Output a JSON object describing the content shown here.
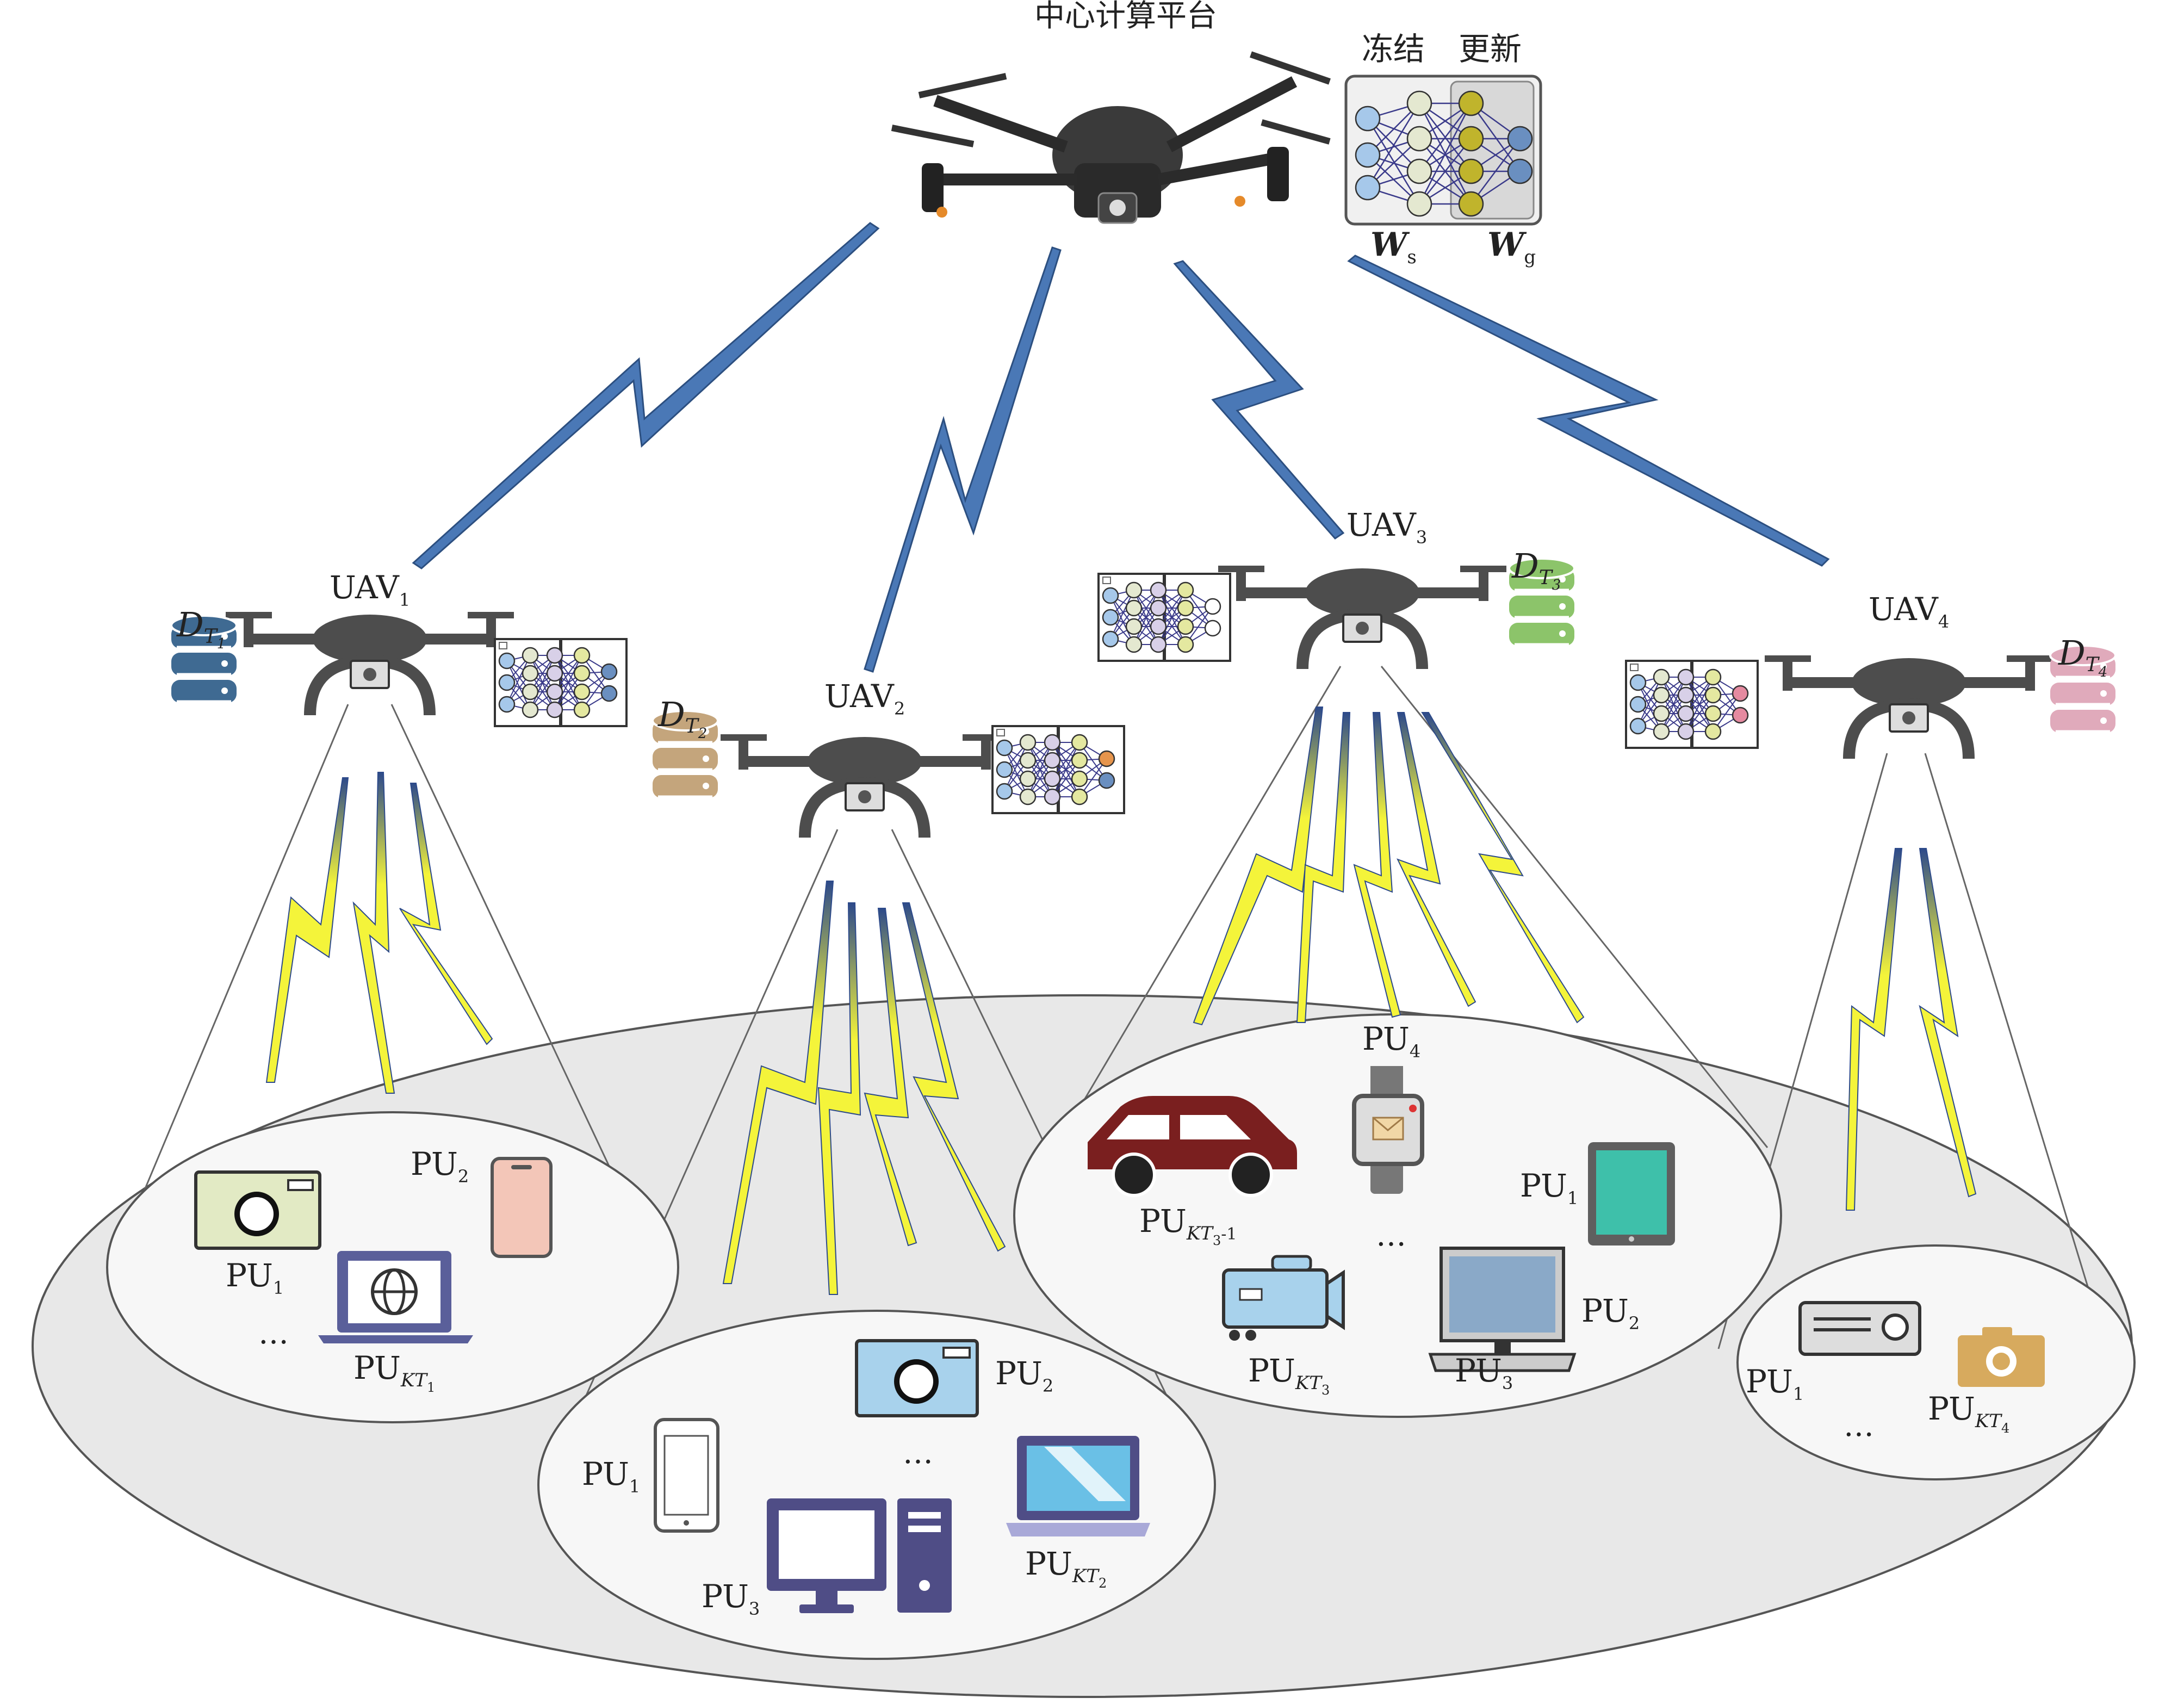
{
  "title": "中心计算平台",
  "legend": {
    "freeze": "冻结",
    "update": "更新",
    "ws_label": "W",
    "ws_sub": "s",
    "wg_label": "W",
    "wg_sub": "g"
  },
  "uavs": [
    {
      "name": "UAV",
      "idx": "1",
      "dataset": "D",
      "dsub": "T",
      "dsubsub": "1",
      "db_color": "#3f6a92",
      "out_colors": [
        "#6a8fc0",
        "#6a8fc0"
      ]
    },
    {
      "name": "UAV",
      "idx": "2",
      "dataset": "D",
      "dsub": "T",
      "dsubsub": "2",
      "db_color": "#c4a57c",
      "out_colors": [
        "#e6954c",
        "#6a8fc0"
      ]
    },
    {
      "name": "UAV",
      "idx": "3",
      "dataset": "D",
      "dsub": "T",
      "dsubsub": "3",
      "db_color": "#8cc46a",
      "out_colors": [
        "#ffffff",
        "#ffffff"
      ]
    },
    {
      "name": "UAV",
      "idx": "4",
      "dataset": "D",
      "dsub": "T",
      "dsubsub": "4",
      "db_color": "#e0aabb",
      "out_colors": [
        "#e58aa0",
        "#e58aa0"
      ]
    }
  ],
  "pu_labels": {
    "c1_pu1": "PU",
    "c1_pu1_sub": "1",
    "c1_pu2": "PU",
    "c1_pu2_sub": "2",
    "c1_puk": "PU",
    "c1_puk_sub": "KT",
    "c1_puk_subsub": "1",
    "c1_dots": "…",
    "c2_pu1": "PU",
    "c2_pu1_sub": "1",
    "c2_pu2": "PU",
    "c2_pu2_sub": "2",
    "c2_pu3": "PU",
    "c2_pu3_sub": "3",
    "c2_puk": "PU",
    "c2_puk_sub": "KT",
    "c2_puk_subsub": "2",
    "c2_dots": "…",
    "c3_pu1": "PU",
    "c3_pu1_sub": "1",
    "c3_pu2": "PU",
    "c3_pu2_sub": "2",
    "c3_pu3": "PU",
    "c3_pu3_sub": "3",
    "c3_pu4": "PU",
    "c3_pu4_sub": "4",
    "c3_puk": "PU",
    "c3_puk_sub": "KT",
    "c3_puk_subsub": "3",
    "c3_pukm": "PU",
    "c3_pukm_sub": "KT",
    "c3_pukm_subsub": "3",
    "c3_pukm_tail": "-1",
    "c3_dots": "…",
    "c4_pu1": "PU",
    "c4_pu1_sub": "1",
    "c4_puk": "PU",
    "c4_puk_sub": "KT",
    "c4_puk_subsub": "4",
    "c4_dots": "…"
  },
  "colors": {
    "big_link": "#4a78b6",
    "small_link": "#f2f23a",
    "ellipse_fill": "#e7e7e7",
    "cluster_fill": "#f7f7f7",
    "drone_body": "#4d4d4d"
  }
}
